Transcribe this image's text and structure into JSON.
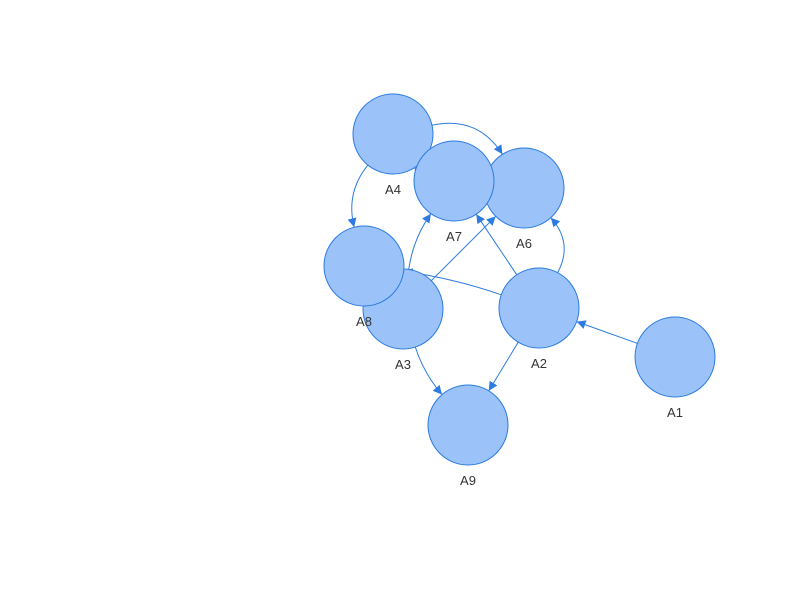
{
  "colors": {
    "node_fill": "#9bc3f9",
    "node_stroke": "#2b7be0",
    "edge": "#2b7be0",
    "label": "#333333"
  },
  "nodes": [
    {
      "id": "A1",
      "label": "A1"
    },
    {
      "id": "A2",
      "label": "A2"
    },
    {
      "id": "A3",
      "label": "A3"
    },
    {
      "id": "A4",
      "label": "A4"
    },
    {
      "id": "A6",
      "label": "A6"
    },
    {
      "id": "A7",
      "label": "A7"
    },
    {
      "id": "A8",
      "label": "A8"
    },
    {
      "id": "A9",
      "label": "A9"
    }
  ],
  "edges": [
    {
      "from": "A1",
      "to": "A2"
    },
    {
      "from": "A2",
      "to": "A6"
    },
    {
      "from": "A2",
      "to": "A7"
    },
    {
      "from": "A2",
      "to": "A8"
    },
    {
      "from": "A2",
      "to": "A9"
    },
    {
      "from": "A3",
      "to": "A7"
    },
    {
      "from": "A3",
      "to": "A6"
    },
    {
      "from": "A3",
      "to": "A9"
    },
    {
      "from": "A4",
      "to": "A6"
    },
    {
      "from": "A4",
      "to": "A8"
    },
    {
      "from": "A6",
      "to": "A4"
    },
    {
      "from": "A8",
      "to": "A3"
    }
  ]
}
